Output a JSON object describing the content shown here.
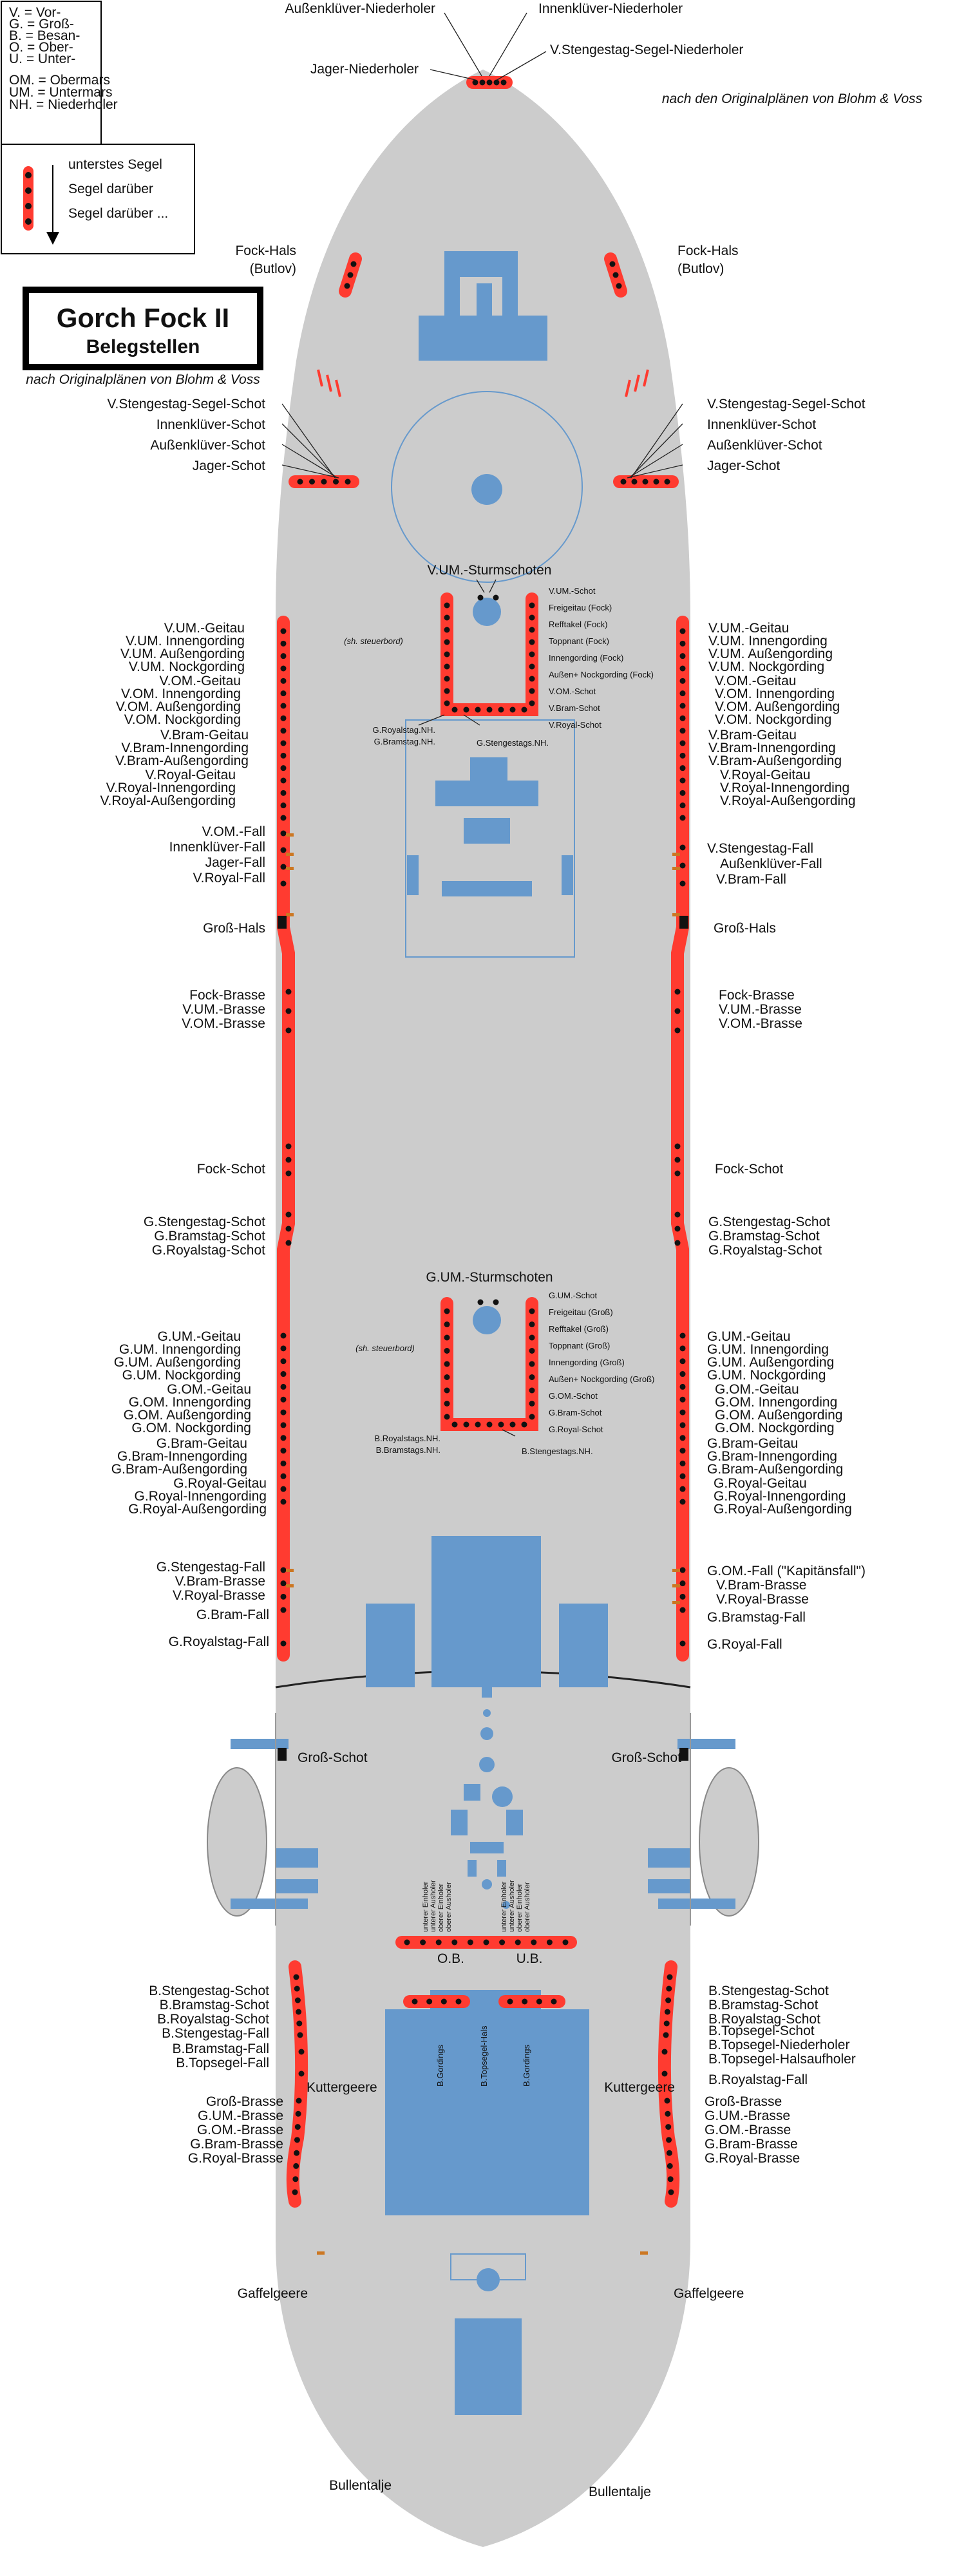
{
  "colors": {
    "hull": "#cccccc",
    "rail": "#ff3b30",
    "pin": "#111111",
    "structure": "#6699cc",
    "accent": "#cc7722",
    "outline": "#000000"
  },
  "legend": {
    "abbrev": [
      "V. = Vor-",
      "G. = Groß-",
      "B. = Besan-",
      "O. = Ober-",
      "U. = Unter-",
      "OM. = Obermars",
      "UM. = Untermars",
      "NH. = Niederholer"
    ],
    "order": [
      "unterstes Segel",
      "Segel darüber",
      "Segel darüber ..."
    ]
  },
  "title": {
    "main": "Gorch Fock II",
    "sub": "Belegstellen",
    "credit_left": "nach Originalplänen von Blohm & Voss",
    "credit_top": "nach den Originalplänen von Blohm & Voss"
  },
  "bow": {
    "aussen_niederholer": "Außenklüver-Niederholer",
    "innen_niederholer": "Innenklüver-Niederholer",
    "jager_niederholer": "Jager-Niederholer",
    "vstenge_niederholer": "V.Stengestag-Segel-Niederholer",
    "fock_hals_l1": "Fock-Hals",
    "fock_hals_l2": "(Butlov)",
    "fock_hals_r1": "Fock-Hals",
    "fock_hals_r2": "(Butlov)",
    "schot_left": [
      "V.Stengestag-Segel-Schot",
      "Innenklüver-Schot",
      "Außenklüver-Schot",
      "Jager-Schot"
    ],
    "schot_right": [
      "V.Stengestag-Segel-Schot",
      "Innenklüver-Schot",
      "Außenklüver-Schot",
      "Jager-Schot"
    ]
  },
  "fore_pinrack": {
    "title": "V.UM.-Sturmschoten",
    "items": [
      "V.UM.-Schot",
      "Freigeitau (Fock)",
      "Refftakel (Fock)",
      "Toppnant (Fock)",
      "Innengording (Fock)",
      "Außen+ Nockgording (Fock)",
      "V.OM.-Schot",
      "V.Bram-Schot",
      "V.Royal-Schot"
    ],
    "steuerbord": "(sh. steuerbord)",
    "bottom_left": [
      "G.Royalstag.NH.",
      "G.Bramstag.NH."
    ],
    "bottom_right": "G.Stengestags.NH."
  },
  "fore_left": {
    "group1": [
      "V.UM.-Geitau",
      "V.UM. Innengording",
      "V.UM. Außengording",
      "V.UM. Nockgording"
    ],
    "group2": [
      "V.OM.-Geitau",
      "V.OM. Innengording",
      "V.OM. Außengording",
      "V.OM. Nockgording"
    ],
    "group3": [
      "V.Bram-Geitau",
      "V.Bram-Innengording",
      "V.Bram-Außengording"
    ],
    "group4": [
      "V.Royal-Geitau",
      "V.Royal-Innengording",
      "V.Royal-Außengording"
    ],
    "falls": [
      "V.OM.-Fall",
      "Innenklüver-Fall",
      "Jager-Fall",
      "V.Royal-Fall"
    ],
    "gross_hals": "Groß-Hals",
    "brasse": [
      "Fock-Brasse",
      "V.UM.-Brasse",
      "V.OM.-Brasse"
    ],
    "fock_schot": "Fock-Schot",
    "stag_schot": [
      "G.Stengestag-Schot",
      "G.Bramstag-Schot",
      "G.Royalstag-Schot"
    ]
  },
  "fore_right": {
    "group1": [
      "V.UM.-Geitau",
      "V.UM. Innengording",
      "V.UM. Außengording",
      "V.UM. Nockgording"
    ],
    "group2": [
      "V.OM.-Geitau",
      "V.OM. Innengording",
      "V.OM. Außengording",
      "V.OM. Nockgording"
    ],
    "group3": [
      "V.Bram-Geitau",
      "V.Bram-Innengording",
      "V.Bram-Außengording"
    ],
    "group4": [
      "V.Royal-Geitau",
      "V.Royal-Innengording",
      "V.Royal-Außengording"
    ],
    "falls": [
      "V.Stengestag-Fall",
      "Außenklüver-Fall",
      "V.Bram-Fall"
    ],
    "gross_hals": "Groß-Hals",
    "brasse": [
      "Fock-Brasse",
      "V.UM.-Brasse",
      "V.OM.-Brasse"
    ],
    "fock_schot": "Fock-Schot",
    "stag_schot": [
      "G.Stengestag-Schot",
      "G.Bramstag-Schot",
      "G.Royalstag-Schot"
    ]
  },
  "main_pinrack": {
    "title": "G.UM.-Sturmschoten",
    "items": [
      "G.UM.-Schot",
      "Freigeitau (Groß)",
      "Refftakel (Groß)",
      "Toppnant (Groß)",
      "Innengording (Groß)",
      "Außen+ Nockgording (Groß)",
      "G.OM.-Schot",
      "G.Bram-Schot",
      "G.Royal-Schot"
    ],
    "steuerbord": "(sh. steuerbord)",
    "bottom_left": [
      "B.Royalstags.NH.",
      "B.Bramstags.NH."
    ],
    "bottom_right": "B.Stengestags.NH."
  },
  "main_left": {
    "group1": [
      "G.UM.-Geitau",
      "G.UM. Innengording",
      "G.UM. Außengording",
      "G.UM. Nockgording"
    ],
    "group2": [
      "G.OM.-Geitau",
      "G.OM. Innengording",
      "G.OM. Außengording",
      "G.OM. Nockgording"
    ],
    "group3": [
      "G.Bram-Geitau",
      "G.Bram-Innengording",
      "G.Bram-Außengording"
    ],
    "group4": [
      "G.Royal-Geitau",
      "G.Royal-Innengording",
      "G.Royal-Außengording"
    ],
    "falls": [
      "G.Stengestag-Fall",
      "V.Bram-Brasse",
      "V.Royal-Brasse",
      "G.Bram-Fall",
      "G.Royalstag-Fall"
    ]
  },
  "main_right": {
    "group1": [
      "G.UM.-Geitau",
      "G.UM. Innengording",
      "G.UM. Außengording",
      "G.UM. Nockgording"
    ],
    "group2": [
      "G.OM.-Geitau",
      "G.OM. Innengording",
      "G.OM. Außengording",
      "G.OM. Nockgording"
    ],
    "group3": [
      "G.Bram-Geitau",
      "G.Bram-Innengording",
      "G.Bram-Außengording"
    ],
    "group4": [
      "G.Royal-Geitau",
      "G.Royal-Innengording",
      "G.Royal-Außengording"
    ],
    "falls": [
      "G.OM.-Fall (\"Kapitänsfall\")",
      "V.Bram-Brasse",
      "V.Royal-Brasse",
      "G.Bramstag-Fall",
      "G.Royal-Fall"
    ]
  },
  "aft": {
    "gross_schot_l": "Groß-Schot",
    "gross_schot_r": "Groß-Schot",
    "center_ob": "O.B.",
    "center_ub": "U.B.",
    "ob_vertical": [
      "unterer Einholer",
      "unterer Ausholer",
      "oberer Einholer",
      "oberer Ausholer"
    ],
    "ub_vertical": [
      "unterer Einholer",
      "unterer Ausholer",
      "oberer Einholer",
      "oberer Ausholer"
    ],
    "gordings_l": "B.Gordings",
    "topsegel_hals": "B.Topsegel-Hals",
    "gordings_r": "B.Gordings",
    "left_schot": [
      "B.Stengestag-Schot",
      "B.Bramstag-Schot",
      "B.Royalstag-Schot",
      "B.Stengestag-Fall"
    ],
    "left_fall": [
      "B.Bramstag-Fall",
      "B.Topsegel-Fall"
    ],
    "left_brasse": [
      "Groß-Brasse",
      "G.UM.-Brasse",
      "G.OM.-Brasse",
      "G.Bram-Brasse",
      "G.Royal-Brasse"
    ],
    "right_schot": [
      "B.Stengestag-Schot",
      "B.Bramstag-Schot",
      "B.Royalstag-Schot"
    ],
    "right_topsegel": [
      "B.Topsegel-Schot",
      "B.Topsegel-Niederholer",
      "B.Topsegel-Halsaufholer"
    ],
    "right_royal": "B.Royalstag-Fall",
    "right_brasse": [
      "Groß-Brasse",
      "G.UM.-Brasse",
      "G.OM.-Brasse",
      "G.Bram-Brasse",
      "G.Royal-Brasse"
    ],
    "kuttergeere_l": "Kuttergeere",
    "kuttergeere_r": "Kuttergeere",
    "gaffelgeere_l": "Gaffelgeere",
    "gaffelgeere_r": "Gaffelgeere",
    "bullentalje_l": "Bullentalje",
    "bullentalje_r": "Bullentalje"
  }
}
